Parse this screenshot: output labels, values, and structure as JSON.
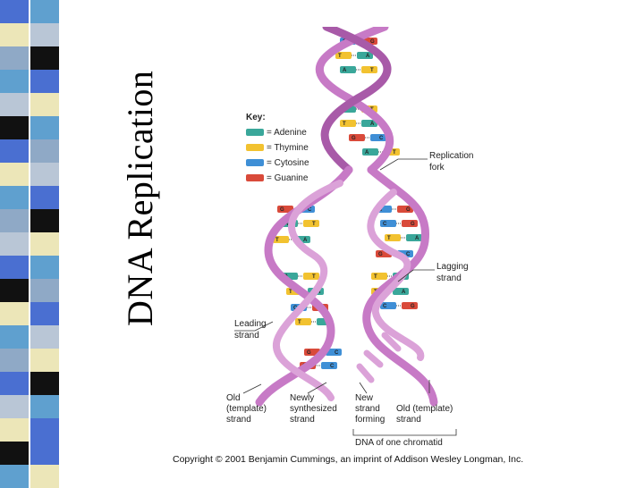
{
  "slide": {
    "title": "DNA Replication",
    "copyright": "Copyright © 2001 Benjamin Cummings, an imprint of Addison Wesley Longman, Inc."
  },
  "colors": {
    "adenine": "#3aa79a",
    "thymine": "#f2c230",
    "cytosine": "#3f8fd6",
    "guanine": "#d94a3a",
    "backbone": "#c77ac6",
    "mosaic": [
      "#4a6fd1",
      "#8fa9c6",
      "#111111",
      "#ece6b8",
      "#5fa0cf",
      "#b9c6d6"
    ]
  },
  "key": {
    "title": "Key:",
    "items": [
      {
        "label": "= Adenine",
        "color_key": "adenine"
      },
      {
        "label": "= Thymine",
        "color_key": "thymine"
      },
      {
        "label": "= Cytosine",
        "color_key": "cytosine"
      },
      {
        "label": "= Guanine",
        "color_key": "guanine"
      }
    ]
  },
  "labels": {
    "replication_fork": [
      "Replication",
      "fork"
    ],
    "lagging_strand": [
      "Lagging",
      "strand"
    ],
    "leading_strand": [
      "Leading",
      "strand"
    ],
    "old_template_left": [
      "Old",
      "(template)",
      "strand"
    ],
    "newly_synthesized": [
      "Newly",
      "synthesized",
      "strand"
    ],
    "new_strand_forming": [
      "New",
      "strand",
      "forming"
    ],
    "old_template_right": [
      "Old (template)",
      "strand"
    ],
    "chromatid": "DNA of one chromatid"
  }
}
